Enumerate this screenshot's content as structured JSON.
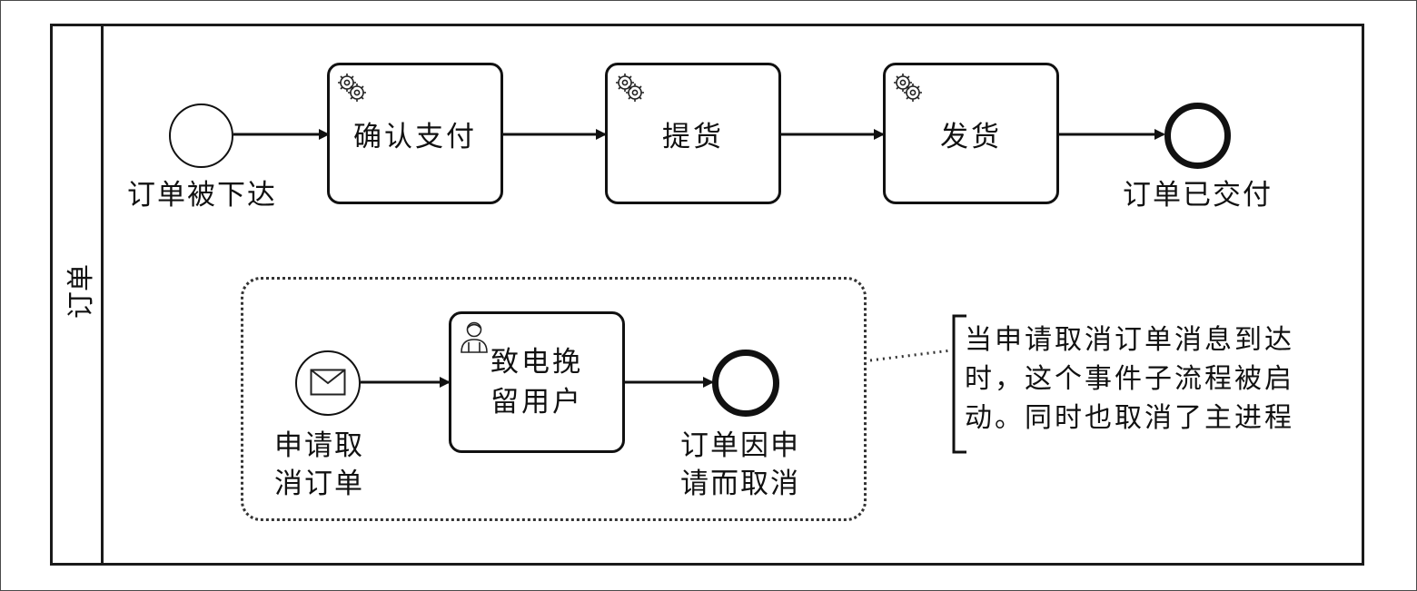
{
  "lane": {
    "label": "订单"
  },
  "events": {
    "order_placed": "订单被下达",
    "order_delivered": "订单已交付",
    "cancel_request": "申请取消订单",
    "cancel_request_lines": [
      "申请取",
      "消订单"
    ],
    "cancelled_by_request": "订单因申请而取消",
    "cancelled_by_request_lines": [
      "订单因申",
      "请而取消"
    ]
  },
  "tasks": {
    "confirm_payment": "确认支付",
    "pick_goods": "提货",
    "ship": "发货",
    "retain_user": "致电挽留用户",
    "retain_user_lines": [
      "致电挽",
      "留用户"
    ]
  },
  "annotation": {
    "text": "当申请取消订单消息到达时，这个事件子流程被启动。同时也取消了主进程",
    "lines": [
      "当申请取消订单消息到达",
      "时，这个事件子流程被启",
      "动。同时也取消了主进程"
    ]
  },
  "icons": {
    "service_task": "gears-icon",
    "user_task": "user-icon",
    "message_event": "envelope-icon"
  }
}
